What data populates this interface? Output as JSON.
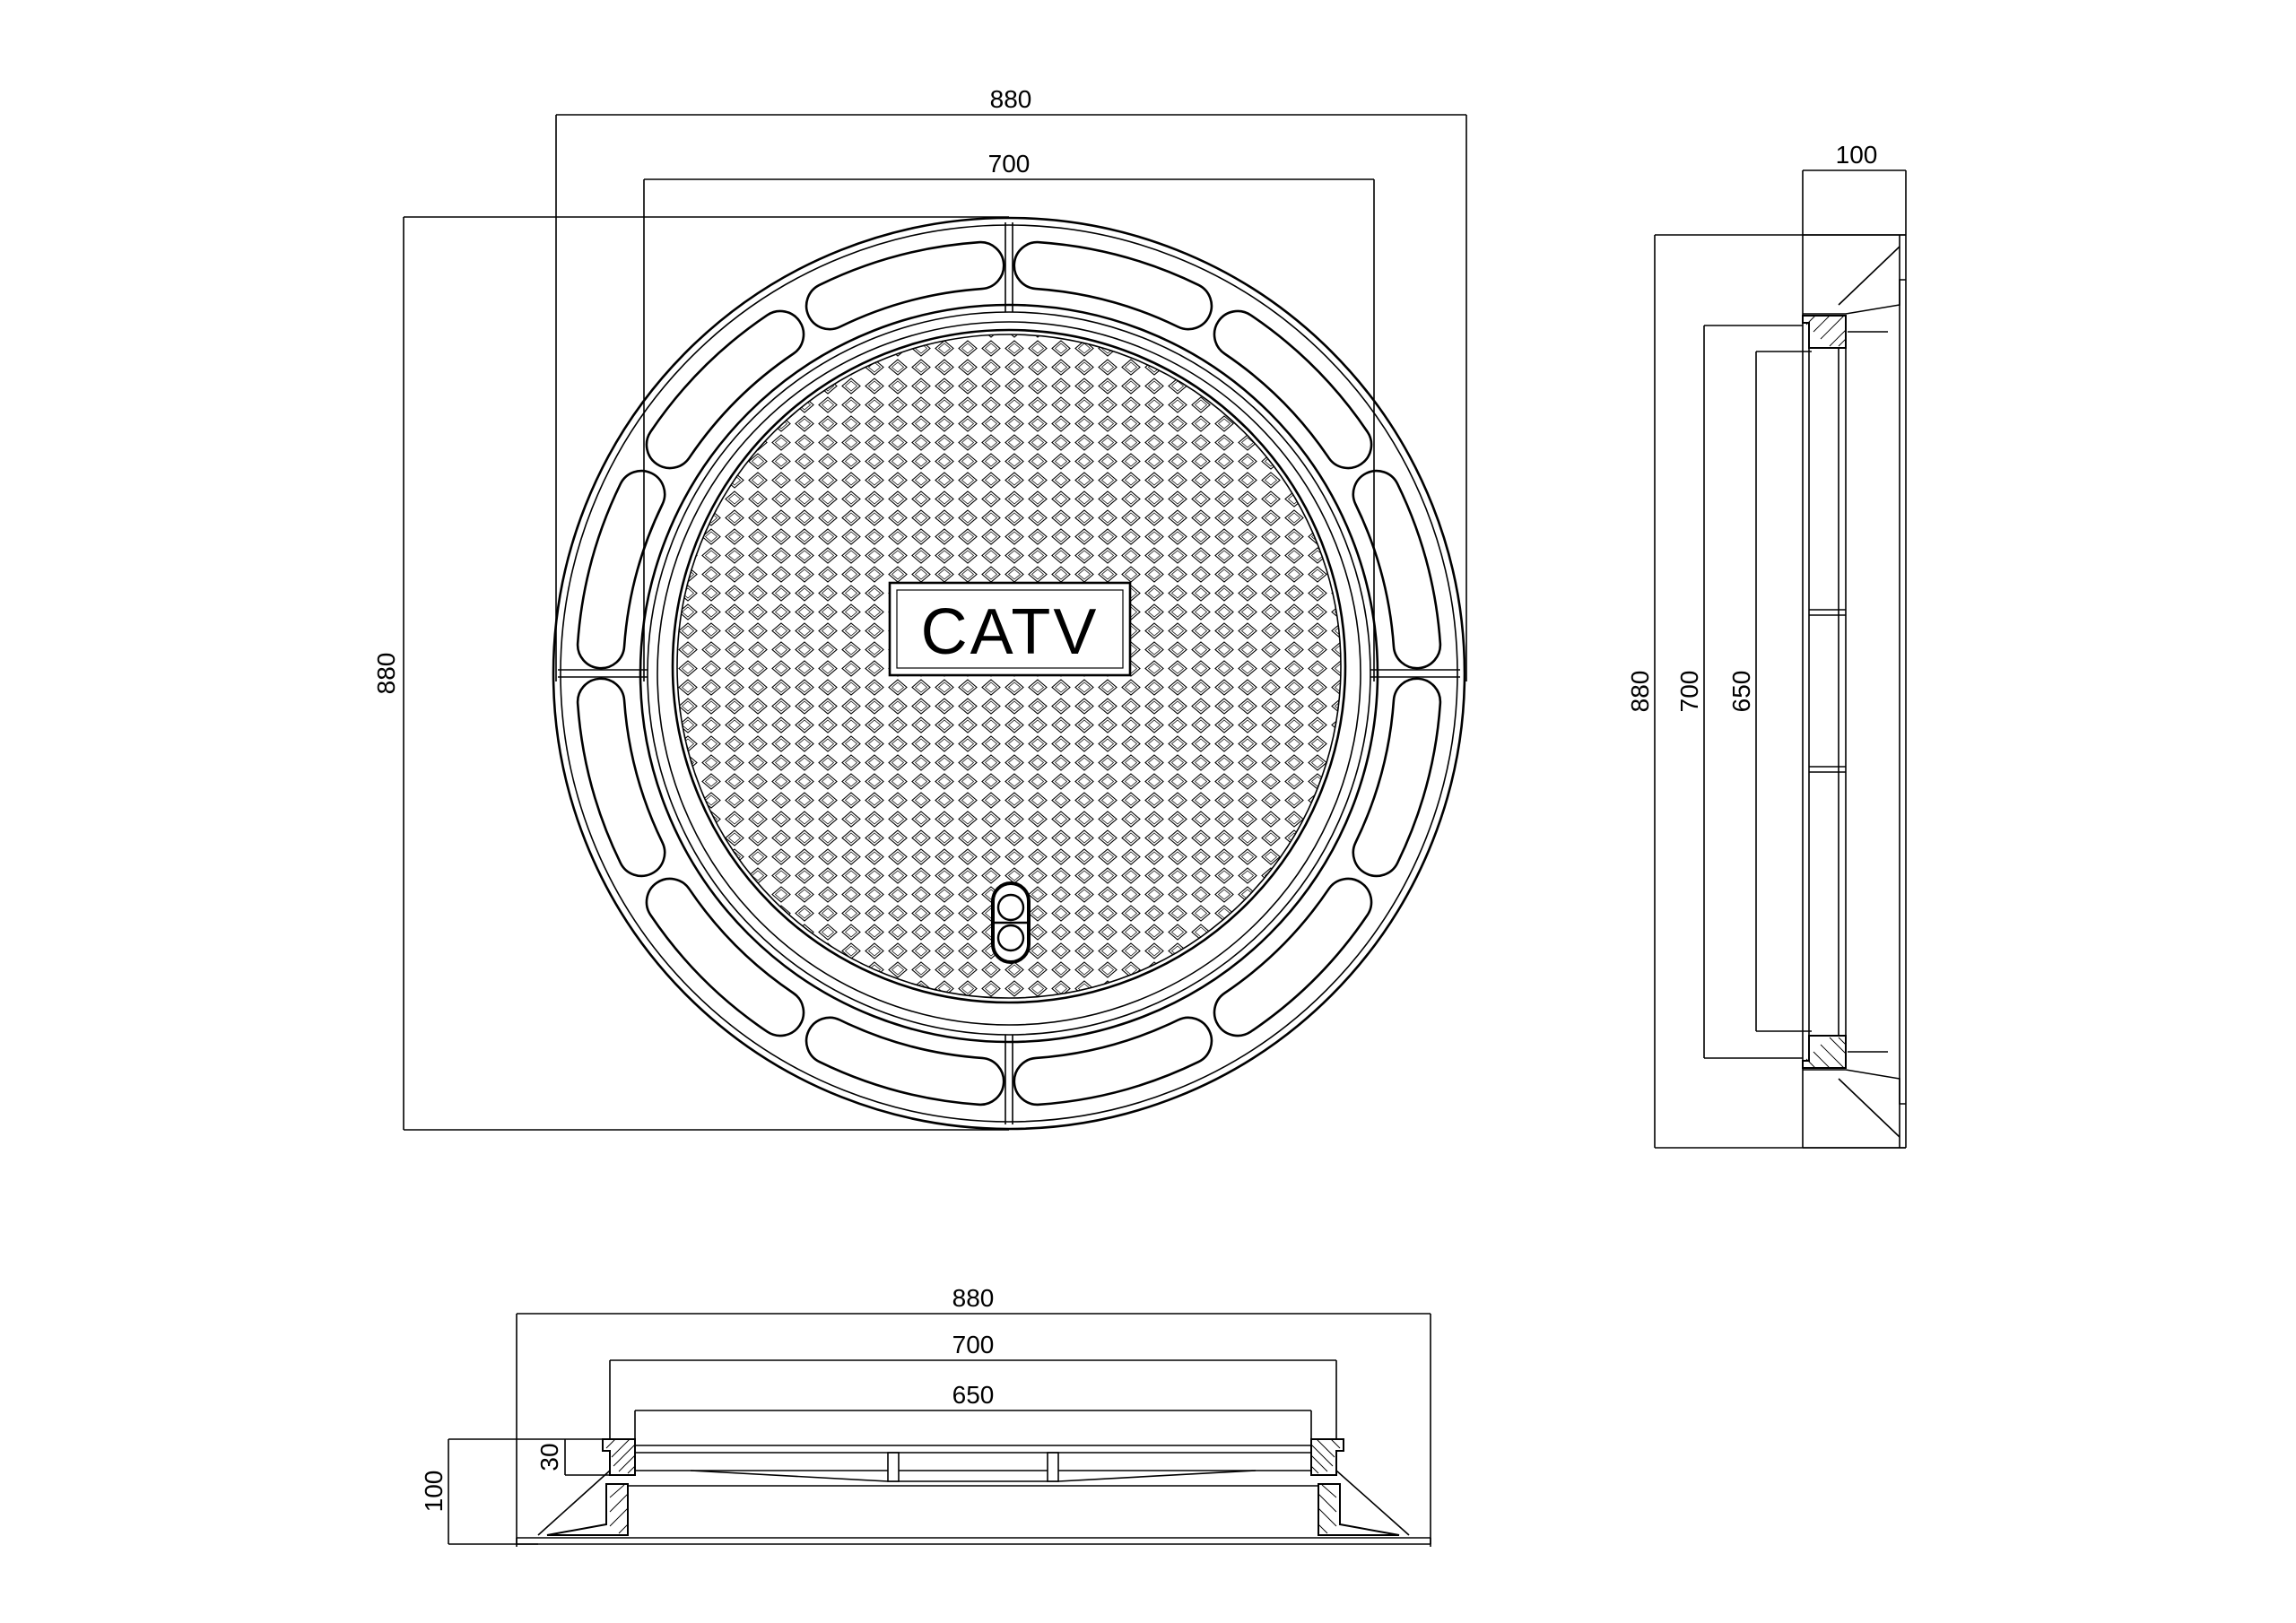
{
  "top_view": {
    "label": "CATV",
    "dims": {
      "width_outer": "880",
      "width_inner": "700",
      "height_outer": "880"
    }
  },
  "side_view": {
    "dims": {
      "depth": "100",
      "outer": "880",
      "inner": "700",
      "opening": "650"
    }
  },
  "section_view": {
    "dims": {
      "outer": "880",
      "inner": "700",
      "opening": "650",
      "height": "100",
      "cover_thickness": "30"
    }
  }
}
